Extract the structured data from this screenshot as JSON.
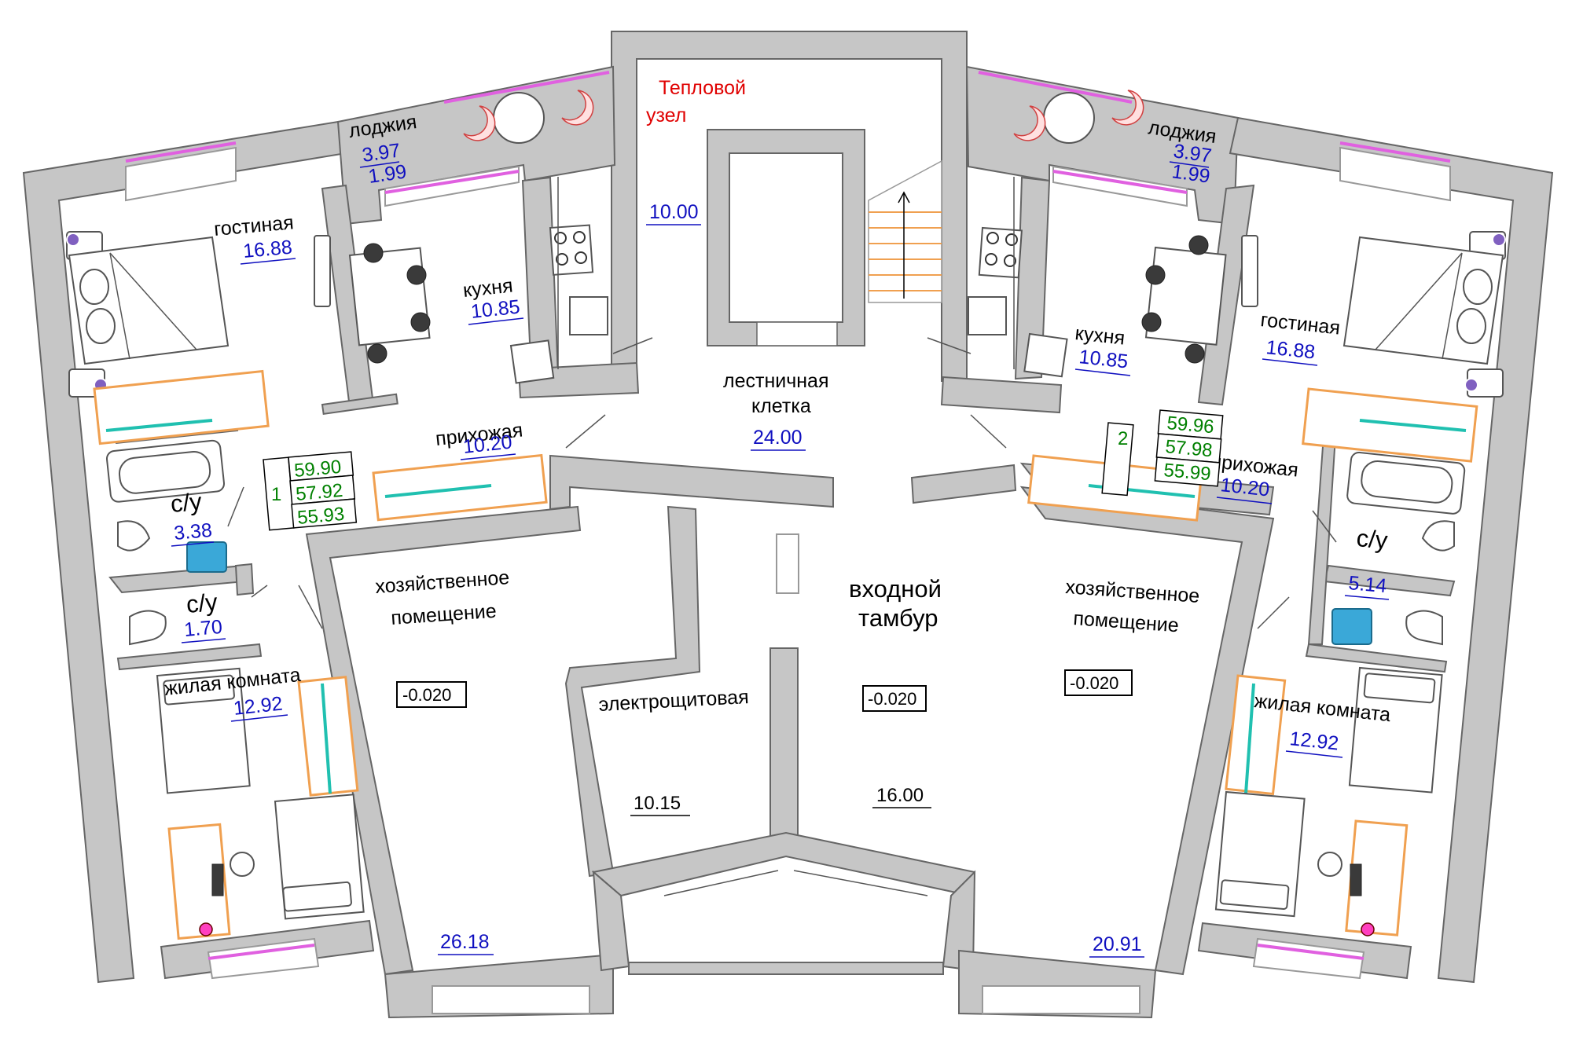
{
  "rooms": {
    "heat_node": "Тепловой\nузел",
    "heat_node_l1": "Тепловой",
    "heat_node_l2": "узел",
    "heat_node_area": "10.00",
    "stairwell_l1": "лестничная",
    "stairwell_l2": "клетка",
    "stairwell_area": "24.00",
    "vestibule_l1": "входной",
    "vestibule_l2": "тамбур",
    "vestibule_area": "16.00",
    "vestibule_level": "-0.020",
    "electrical": "электрощитовая",
    "electrical_area": "10.15",
    "utility_left_l1": "хозяйственное",
    "utility_left_l2": "помещение",
    "utility_left_level": "-0.020",
    "utility_left_area": "26.18",
    "utility_right_l1": "хозяйственное",
    "utility_right_l2": "помещение",
    "utility_right_level": "-0.020",
    "utility_right_area": "20.91"
  },
  "apt1": {
    "number": "1",
    "totals": [
      "59.90",
      "57.92",
      "55.93"
    ],
    "loggia": "лоджия",
    "loggia_area_1": "3.97",
    "loggia_area_2": "1.99",
    "living": "гостиная",
    "living_area": "16.88",
    "kitchen": "кухня",
    "kitchen_area": "10.85",
    "hall": "прихожая",
    "hall_area": "10.20",
    "bath": "с/у",
    "bath_area": "3.38",
    "wc": "с/у",
    "wc_area": "1.70",
    "bedroom": "жилая комната",
    "bedroom_area": "12.92"
  },
  "apt2": {
    "number": "2",
    "totals": [
      "59.96",
      "57.98",
      "55.99"
    ],
    "loggia": "лоджия",
    "loggia_area_1": "3.97",
    "loggia_area_2": "1.99",
    "living": "гостиная",
    "living_area": "16.88",
    "kitchen": "кухня",
    "kitchen_area": "10.85",
    "hall": "прихожая",
    "hall_area": "10.20",
    "bath": "с/у",
    "bath_area": "5.14",
    "bedroom": "жилая комната",
    "bedroom_area": "12.92"
  },
  "colors": {
    "wall": "#c6c6c6",
    "window_frame": "#e060e0",
    "area_text": "#1010c0",
    "totals_text": "#008000",
    "heat_node_text": "#e00000",
    "wood": "#f0a050",
    "teal": "#20c0b0"
  }
}
